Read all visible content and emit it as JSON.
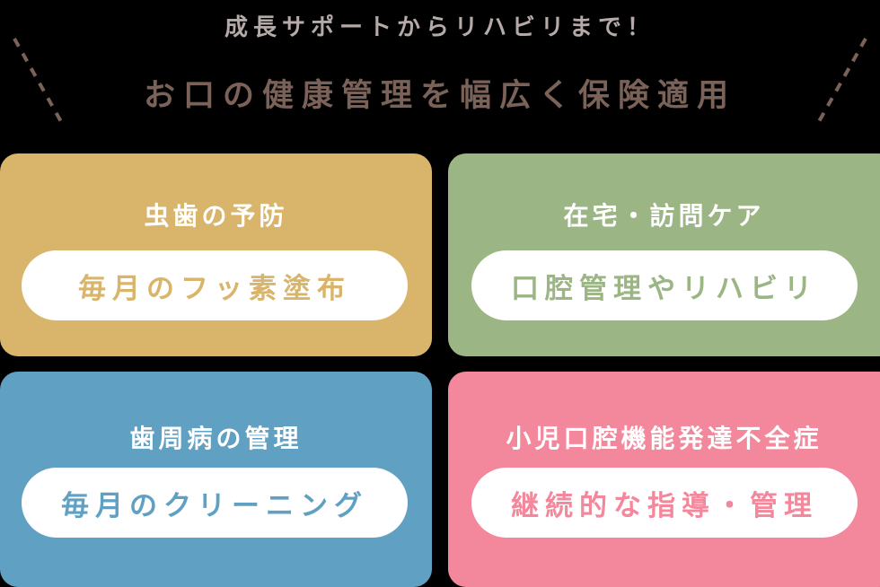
{
  "header": {
    "subtitle": "成長サポートからリハビリまで！",
    "title": "お口の健康管理を幅広く保険適用",
    "subtitle_color": "#b5aaa7",
    "title_color": "#7b6259",
    "decoration": "dashed-lines"
  },
  "cards": [
    {
      "title": "虫歯の予防",
      "detail": "毎月のフッ素塗布",
      "color": "#d9b46b"
    },
    {
      "title": "在宅・訪問ケア",
      "detail": "口腔管理やリハビリ",
      "color": "#9bb585"
    },
    {
      "title": "歯周病の管理",
      "detail": "毎月のクリーニング",
      "color": "#60a0c2"
    },
    {
      "title": "小児口腔機能発達不全症",
      "detail": "継続的な指導・管理",
      "color": "#f3889c"
    }
  ]
}
